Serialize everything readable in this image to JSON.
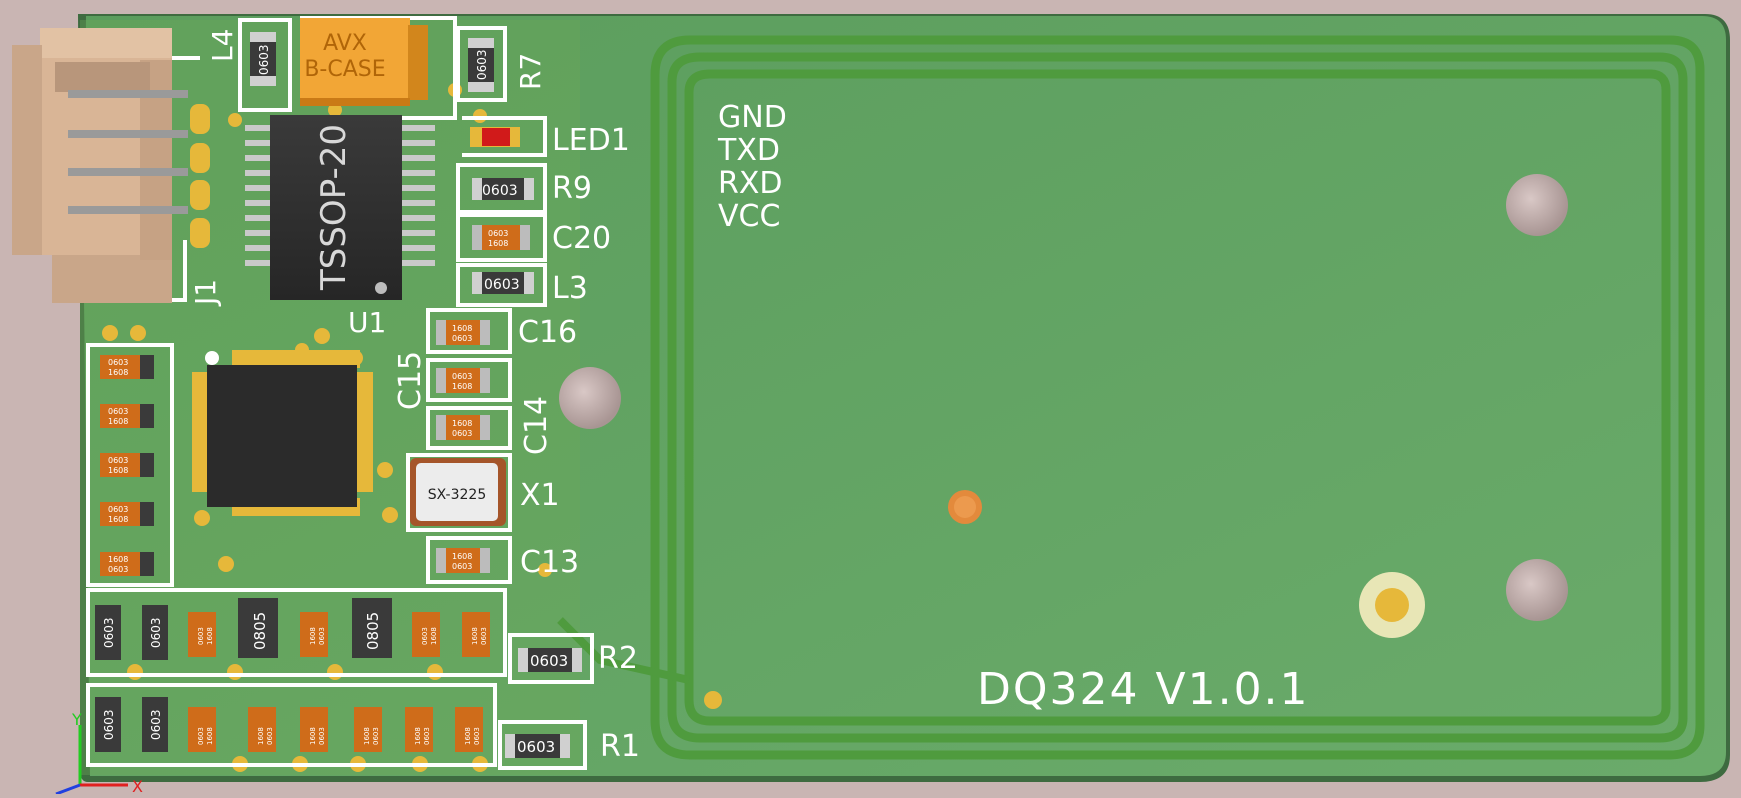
{
  "board": {
    "name": "DQ324 V1.0.1",
    "colors": {
      "background": "#c9b5b3",
      "pcb": "#5ea060",
      "pcb_dark": "#4e8a50",
      "pcb_edge": "#3e6b40",
      "silkscreen": "#ffffff",
      "copper_pad": "#e6b83a",
      "tantalum": "#f2a636",
      "connector": "#d9b596",
      "ic_body": "#2f2f2f",
      "resistor_body": "#3a3a3a",
      "capacitor_body": "#cf6c1a",
      "led": "#d11a1a",
      "crystal": "#a5552a"
    }
  },
  "pin_labels": [
    "GND",
    "TXD",
    "RXD",
    "VCC"
  ],
  "designators": {
    "l4": "L4",
    "r7": "R7",
    "led1": "LED1",
    "r9": "R9",
    "c20": "C20",
    "l3": "L3",
    "u1": "U1",
    "j1": "J1",
    "c16": "C16",
    "c15": "C15",
    "c14": "C14",
    "x1": "X1",
    "c13": "C13",
    "r2": "R2",
    "r1": "R1"
  },
  "component_text": {
    "tantalum_line1": "AVX",
    "tantalum_line2": "B-CASE",
    "tssop": "TSSOP-20",
    "crystal": "SX-3225",
    "r0603": "0603",
    "c0603": "0603",
    "c1608": "1608",
    "r0805": "0805"
  },
  "axes": {
    "x": "X",
    "y": "Y"
  },
  "icons": {
    "axis": "axis-triad-icon",
    "mount_hole": "mounting-hole-icon",
    "test_point": "test-point-icon"
  }
}
